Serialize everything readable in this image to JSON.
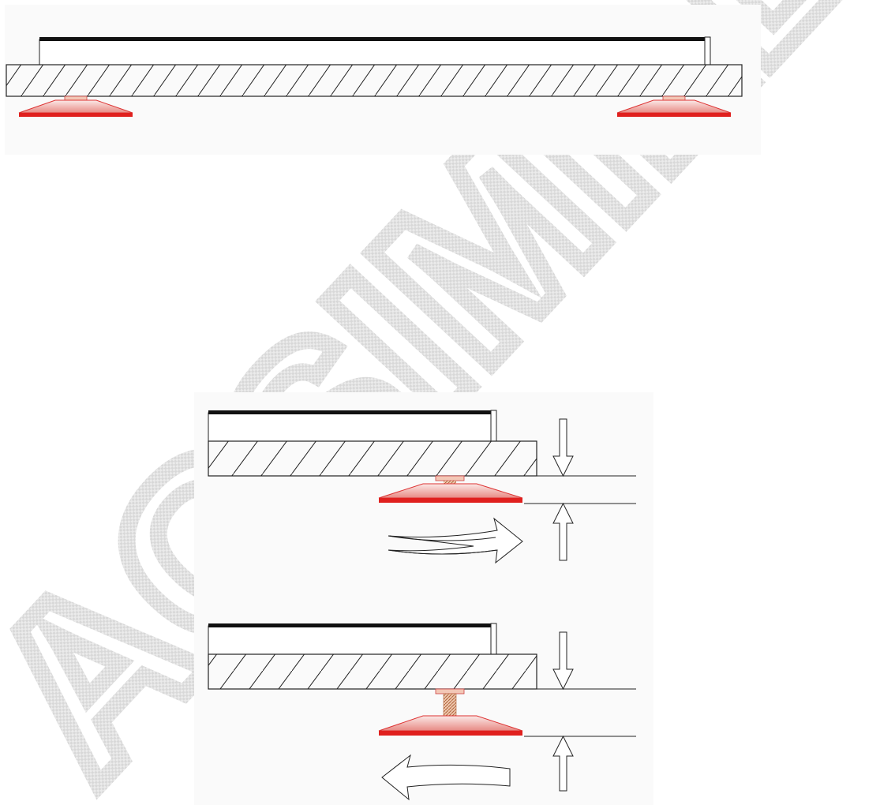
{
  "watermark": {
    "text": "ACSIMILE",
    "color": "#c8c8c8"
  },
  "colors": {
    "foot_red": "#e0201e",
    "foot_fill": "#f6d3d0",
    "thread": "#c87850",
    "line": "#222222",
    "panel_bg": "#fafafa"
  },
  "figures": {
    "full_view": {
      "description_icon": "leveling-feet-under-shelf"
    },
    "detail_raise": {
      "rotation": "clockwise",
      "height": "increase"
    },
    "detail_lower": {
      "rotation": "counterclockwise",
      "height": "decrease"
    }
  }
}
